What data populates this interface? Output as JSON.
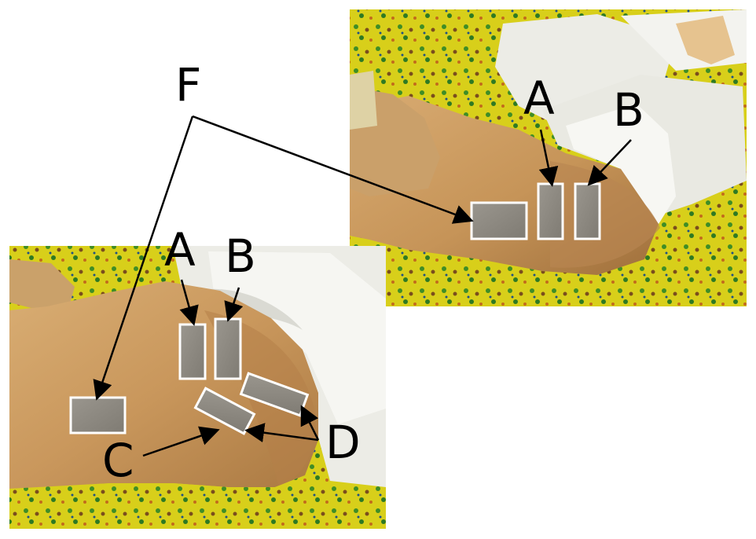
{
  "labels": {
    "f": "F",
    "a": "A",
    "b": "B",
    "c": "C",
    "d": "D"
  },
  "colors": {
    "fabric_yellow": "#d8cf1a",
    "skin": "#c79a63",
    "skin_shadow": "#a9773f",
    "shorts_white": "#ecece6",
    "electrode_grey": "#8f8b82",
    "electrode_border": "#ffffff",
    "annotation_black": "#000000"
  }
}
